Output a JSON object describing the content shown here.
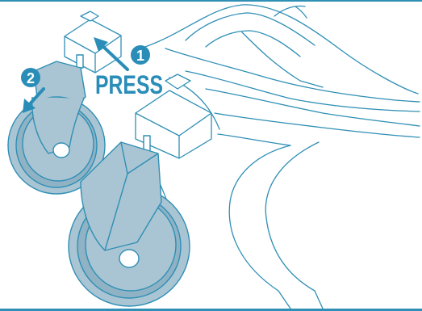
{
  "figure": {
    "callout_press": "PRESS",
    "step_1": "1",
    "step_2": "2"
  },
  "colors": {
    "accent": "#2a8db8",
    "outline": "#2f8fb5",
    "wheel_fill": "#a9c5d3",
    "wheel_dark": "#8fb2c4",
    "frame_fill": "#ffffff"
  }
}
